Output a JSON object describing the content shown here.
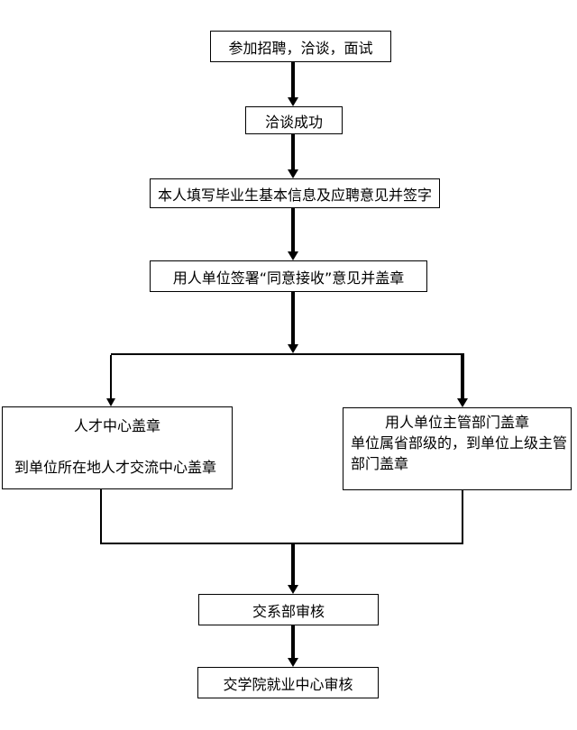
{
  "colors": {
    "background": "#ffffff",
    "line": "#000000",
    "text": "#000000"
  },
  "flowchart": {
    "step1": "参加招聘，洽谈，面试",
    "step2": "洽谈成功",
    "step3": "本人填写毕业生基本信息及应聘意见并签字",
    "step4": "用人单位签署“同意接收”意见并盖章",
    "branch_left": {
      "line1": "人才中心盖章",
      "line2": "到单位所在地人才交流中心盖章"
    },
    "branch_right": {
      "line1": "用人单位主管部门盖章",
      "line2": "单位属省部级的，到单位上级主管",
      "line3": "部门盖章"
    },
    "step5": "交系部审核",
    "step6": "交学院就业中心审核"
  }
}
